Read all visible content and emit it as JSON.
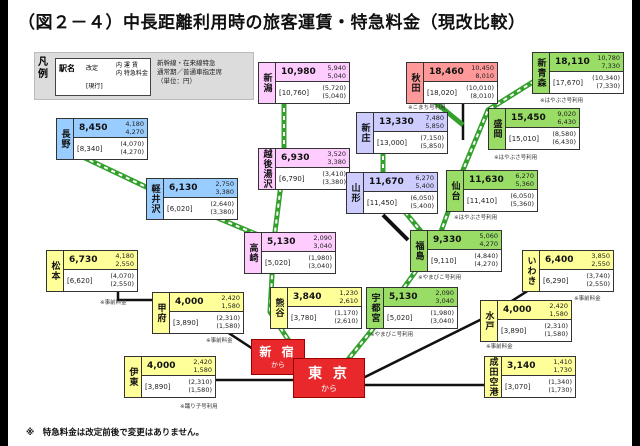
{
  "title": "（図２－４）中長距離利用時の旅客運賃・特急料金（現改比較）",
  "legend": {
    "hanrei": "凡例",
    "station": "駅名",
    "revised": "改定",
    "current": "[現行]",
    "fare_label": "内 運 賃",
    "express_label": "内 特急料金",
    "note1": "新幹線・在来線特急",
    "note2": "通常期／普通車指定席",
    "note3": "（単位：円）"
  },
  "hubs": {
    "tokyo": "東 京",
    "tokyo_from": "から",
    "shinjuku": "新 宿",
    "shinjuku_from": "から"
  },
  "stations": {
    "niigata": {
      "name": "新潟",
      "total": "10,980",
      "fare": "5,940",
      "express": "5,040",
      "cur_total": "[10,760]",
      "cur_fare": "(5,720)",
      "cur_express": "(5,040)"
    },
    "echigo": {
      "name": "越後湯沢",
      "total": "6,930",
      "fare": "3,520",
      "express": "3,380",
      "cur_total": "[6,790]",
      "cur_fare": "(3,410)",
      "cur_express": "(3,380)"
    },
    "nagano": {
      "name": "長野",
      "total": "8,450",
      "fare": "4,180",
      "express": "4,270",
      "cur_total": "[8,340]",
      "cur_fare": "(4,070)",
      "cur_express": "(4,270)"
    },
    "karuizawa": {
      "name": "軽井沢",
      "total": "6,130",
      "fare": "2,750",
      "express": "3,380",
      "cur_total": "[6,020]",
      "cur_fare": "(2,640)",
      "cur_express": "(3,380)"
    },
    "takasaki": {
      "name": "高崎",
      "total": "5,130",
      "fare": "2,090",
      "express": "3,040",
      "cur_total": "[5,020]",
      "cur_fare": "(1,980)",
      "cur_express": "(3,040)"
    },
    "kumagaya": {
      "name": "熊谷",
      "total": "3,840",
      "fare": "1,230",
      "express": "2,610",
      "cur_total": "[3,780]",
      "cur_fare": "(1,170)",
      "cur_express": "(2,610)"
    },
    "matsumoto": {
      "name": "松本",
      "total": "6,730",
      "fare": "4,180",
      "express": "2,550",
      "cur_total": "[6,620]",
      "cur_fare": "(4,070)",
      "cur_express": "(2,550)",
      "note": "※事前料金"
    },
    "kofu": {
      "name": "甲府",
      "total": "4,000",
      "fare": "2,420",
      "express": "1,580",
      "cur_total": "[3,890]",
      "cur_fare": "(2,310)",
      "cur_express": "(1,580)",
      "note": "※事前料金"
    },
    "ito": {
      "name": "伊東",
      "total": "4,000",
      "fare": "2,420",
      "express": "1,580",
      "cur_total": "[3,890]",
      "cur_fare": "(2,310)",
      "cur_express": "(1,580)",
      "note": "※踊り子号利用"
    },
    "akita": {
      "name": "秋田",
      "total": "18,460",
      "fare": "10,450",
      "express": "8,010",
      "cur_total": "[18,020]",
      "cur_fare": "(10,010)",
      "cur_express": "(8,010)",
      "note": "※こまち号利用"
    },
    "shinaomori": {
      "name": "新青森",
      "total": "18,110",
      "fare": "10,780",
      "express": "7,330",
      "cur_total": "[17,670]",
      "cur_fare": "(10,340)",
      "cur_express": "(7,330)",
      "note": "※はやぶさ号利用"
    },
    "shinjo": {
      "name": "新庄",
      "total": "13,330",
      "fare": "7,480",
      "express": "5,850",
      "cur_total": "[13,000]",
      "cur_fare": "(7,150)",
      "cur_express": "(5,850)"
    },
    "morioka": {
      "name": "盛岡",
      "total": "15,450",
      "fare": "9,020",
      "express": "6,430",
      "cur_total": "[15,010]",
      "cur_fare": "(8,580)",
      "cur_express": "(6,430)",
      "note": "※はやぶさ号利用"
    },
    "yamagata": {
      "name": "山形",
      "total": "11,670",
      "fare": "6,270",
      "express": "5,400",
      "cur_total": "[11,450]",
      "cur_fare": "(6,050)",
      "cur_express": "(5,400)"
    },
    "sendai": {
      "name": "仙台",
      "total": "11,630",
      "fare": "6,270",
      "express": "5,360",
      "cur_total": "[11,410]",
      "cur_fare": "(6,050)",
      "cur_express": "(5,360)",
      "note": "※はやぶさ号利用"
    },
    "fukushima": {
      "name": "福島",
      "total": "9,330",
      "fare": "5,060",
      "express": "4,270",
      "cur_total": "[9,110]",
      "cur_fare": "(4,840)",
      "cur_express": "(4,270)",
      "note": "※やまびこ号利用"
    },
    "utsunomiya": {
      "name": "宇都宮",
      "total": "5,130",
      "fare": "2,090",
      "express": "3,040",
      "cur_total": "[5,020]",
      "cur_fare": "(1,980)",
      "cur_express": "(3,040)",
      "note": "※やまびこ号利用"
    },
    "iwaki": {
      "name": "いわき",
      "total": "6,400",
      "fare": "3,850",
      "express": "2,550",
      "cur_total": "[6,290]",
      "cur_fare": "(3,740)",
      "cur_express": "(2,550)",
      "note": "※事前料金"
    },
    "mito": {
      "name": "水戸",
      "total": "4,000",
      "fare": "2,420",
      "express": "1,580",
      "cur_total": "[3,890]",
      "cur_fare": "(2,310)",
      "cur_express": "(1,580)",
      "note": "※事前料金"
    },
    "narita": {
      "name": "成田空港",
      "total": "3,140",
      "fare": "1,410",
      "express": "1,730",
      "cur_total": "[3,070]",
      "cur_fare": "(1,340)",
      "cur_express": "(1,730)"
    }
  },
  "footnote": "※　特急料金は改定前後で変更はありません。",
  "colors": {
    "joetsu": "#ffccff",
    "hokuriku": "#99ccff",
    "chuo": "#ffff99",
    "tohoku": "#99dd66",
    "akita": "#ff9999",
    "yamagata": "#ccccff",
    "tokyo": "#e8282a"
  }
}
